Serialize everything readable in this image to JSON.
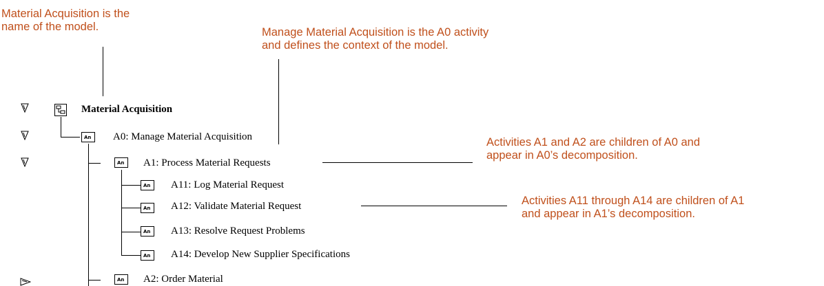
{
  "annotations": {
    "model_name": [
      "Material Acquisition is the",
      "name of the model."
    ],
    "a0_activity": [
      "Manage Material Acquisition is the A0 activity",
      "and defines the context of the model."
    ],
    "a1_a2_children": [
      "Activities A1 and A2 are children of A0 and",
      "appear in A0’s decomposition."
    ],
    "a11_a14_children": [
      "Activities A11 through A14 are children of A1",
      "and appear in A1’s decomposition."
    ]
  },
  "tree": {
    "root_label": "Material Acquisition",
    "activity_icon_text": "An",
    "nodes": [
      {
        "id": "a0",
        "label": "A0: Manage Material Acquisition"
      },
      {
        "id": "a1",
        "label": "A1: Process Material Requests"
      },
      {
        "id": "a11",
        "label": "A11: Log Material Request"
      },
      {
        "id": "a12",
        "label": "A12: Validate Material Request"
      },
      {
        "id": "a13",
        "label": "A13: Resolve Request Problems"
      },
      {
        "id": "a14",
        "label": "A14: Develop New Supplier Specifications"
      },
      {
        "id": "a2",
        "label": "A2: Order Material"
      }
    ]
  },
  "colors": {
    "annotation": "#c0501c",
    "lines": "#000000"
  }
}
